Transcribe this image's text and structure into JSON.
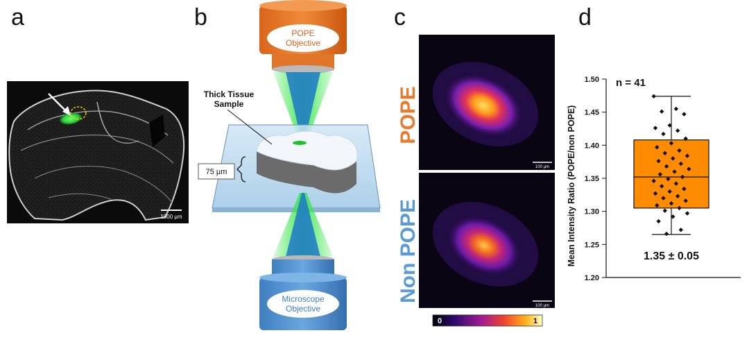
{
  "figure": {
    "panels": {
      "a": {
        "letter": "a",
        "scale_bar": "1000 µm"
      },
      "b": {
        "letter": "b",
        "pope_objective": [
          "POPE",
          "Objective"
        ],
        "sample_label": [
          "Thick Tissue",
          "Sample"
        ],
        "thickness_label": "75 µm",
        "microscope_objective": [
          "Microscope",
          "Objective"
        ]
      },
      "c": {
        "letter": "c",
        "row_top_label": "POPE",
        "row_bottom_label_word1": "Non",
        "row_bottom_label_word2": "POPE",
        "scale_bar_top": "100 µm",
        "scale_bar_bottom": "100 µm",
        "colorbar_min": "0",
        "colorbar_max": "1"
      },
      "d": {
        "letter": "d"
      }
    },
    "colors": {
      "pope_orange": "#ea7a2c",
      "nonpope_blue": "#5b9bd5",
      "box_fill": "#ff8c00",
      "tissue_green": "#2fd13a",
      "beam_green": "#39e64b",
      "beam_blue": "#1f78c8"
    }
  },
  "chart_data": {
    "type": "box",
    "title": "",
    "xlabel": "",
    "ylabel": "Mean Intensity Ratio (POPE/non POPE)",
    "ylim": [
      1.2,
      1.5
    ],
    "yticks": [
      "1.20",
      "1.25",
      "1.30",
      "1.35",
      "1.40",
      "1.45",
      "1.50"
    ],
    "annotation_n": "n = 41",
    "annotation_mean": "1.35 ± 0.05",
    "box": {
      "whisker_low": 1.265,
      "q1": 1.305,
      "median": 1.352,
      "q3": 1.408,
      "whisker_high": 1.474
    },
    "points": [
      1.474,
      1.455,
      1.451,
      1.447,
      1.43,
      1.426,
      1.422,
      1.417,
      1.41,
      1.403,
      1.397,
      1.392,
      1.388,
      1.384,
      1.38,
      1.376,
      1.372,
      1.368,
      1.364,
      1.36,
      1.356,
      1.352,
      1.349,
      1.346,
      1.342,
      1.338,
      1.334,
      1.33,
      1.327,
      1.323,
      1.32,
      1.316,
      1.312,
      1.309,
      1.305,
      1.301,
      1.297,
      1.292,
      1.285,
      1.272,
      1.266
    ]
  }
}
